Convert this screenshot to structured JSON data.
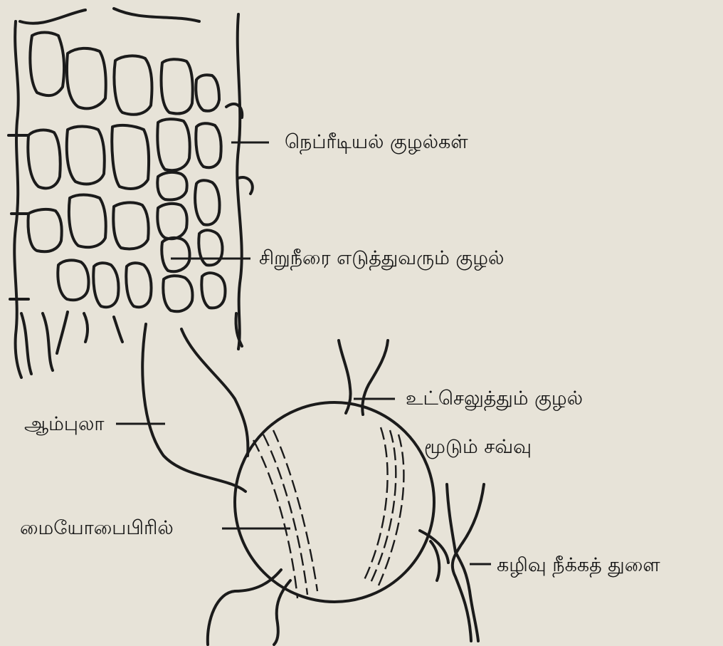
{
  "labels": {
    "nephridial_tubules": "நெப்ரீடியல் குழல்கள்",
    "uriniferous_tubule": "சிறுநீரை எடுத்துவரும் குழல்",
    "ampulla": "ஆம்புலா",
    "inflow_tube": "உட்செலுத்தும் குழல்",
    "closing_valve": "மூடும் சவ்வு",
    "myofibril": "மையோபைபிரில்",
    "excretory_pore": "கழிவு நீக்கத் துளை"
  },
  "colors": {
    "paper": "#e7e3d8",
    "ink": "#1b1b1b"
  }
}
